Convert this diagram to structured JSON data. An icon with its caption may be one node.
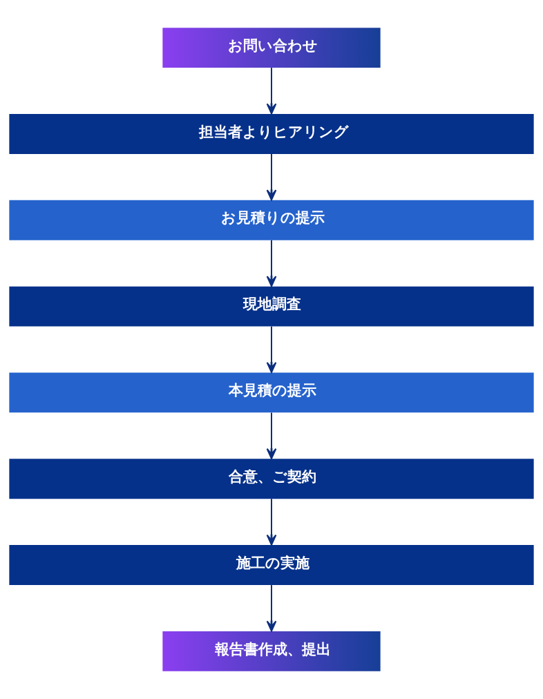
{
  "diagram": {
    "nodes": [
      {
        "text": [
          "お問い合わせ"
        ]
      },
      {
        "text": [
          "担当者よりヒアリング"
        ]
      },
      {
        "text": [
          "お見積りの提示"
        ]
      },
      {
        "text": [
          "現地調査"
        ]
      },
      {
        "text": [
          "本見積の提示"
        ]
      },
      {
        "text": [
          "合意、ご契約"
        ]
      },
      {
        "text": [
          "施工の実施"
        ]
      },
      {
        "text": [
          "報告書作成、提出"
        ]
      }
    ],
    "edges": [
      {
        "from": 0,
        "to": 1,
        "arrow": "to"
      },
      {
        "from": 1,
        "to": 2,
        "arrow": "to"
      },
      {
        "from": 2,
        "to": 3,
        "arrow": "to"
      },
      {
        "from": 3,
        "to": 4,
        "arrow": "to"
      },
      {
        "from": 4,
        "to": 5,
        "arrow": "to"
      },
      {
        "from": 5,
        "to": 6,
        "arrow": "to"
      },
      {
        "from": 6,
        "to": 7,
        "arrow": "to"
      }
    ]
  }
}
